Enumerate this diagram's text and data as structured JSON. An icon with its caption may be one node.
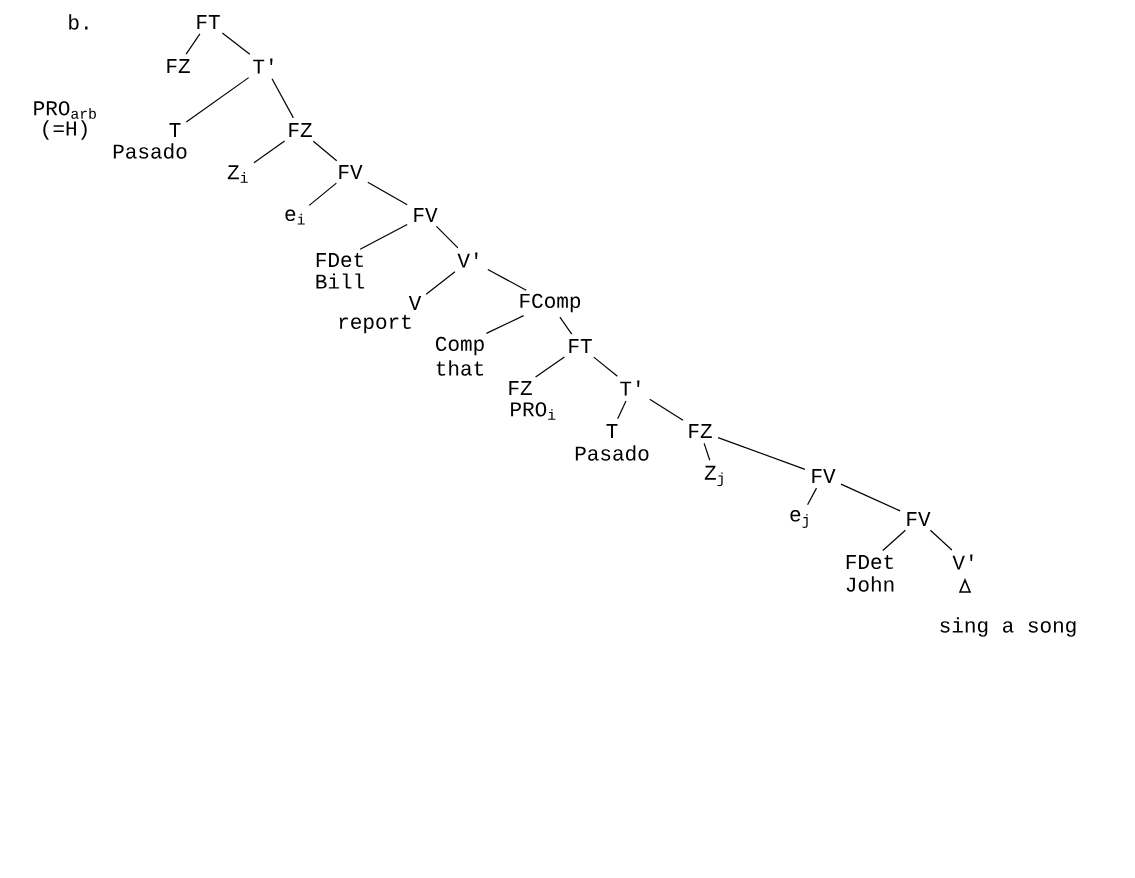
{
  "diagram": {
    "nodes": [
      {
        "text": [
          "FT"
        ]
      },
      {
        "text": [
          "FZ",
          "PRO$_{arb}$",
          "(=H)"
        ]
      },
      {
        "text": [
          "T'"
        ]
      },
      {
        "text": [
          "T",
          "Pasado"
        ]
      },
      {
        "text": [
          "FZ"
        ]
      },
      {
        "text": [
          "Z$_{i}$"
        ]
      },
      {
        "text": [
          "FV"
        ]
      },
      {
        "text": [
          "e$_{i}$"
        ]
      },
      {
        "text": [
          "FV"
        ]
      },
      {
        "text": [
          "FDet",
          "Bill"
        ]
      },
      {
        "text": [
          "V'"
        ]
      },
      {
        "text": [
          "V",
          "report"
        ]
      },
      {
        "text": [
          "FComp"
        ]
      },
      {
        "text": [
          "Comp",
          "that"
        ]
      },
      {
        "text": [
          "FT"
        ]
      },
      {
        "text": [
          "FZ",
          "PRO$_{i}$"
        ]
      },
      {
        "text": [
          "T'"
        ]
      },
      {
        "text": [
          "T",
          "Pasado"
        ]
      },
      {
        "text": [
          "FZ"
        ]
      },
      {
        "text": [
          "Z$_{j}$"
        ]
      },
      {
        "text": [
          "FV"
        ]
      },
      {
        "text": [
          "e$_{j}$"
        ]
      },
      {
        "text": [
          "FV"
        ]
      },
      {
        "text": [
          "FDet",
          "John"
        ]
      },
      {
        "text": [
          "V'",
          "sing a song"
        ]
      }
    ],
    "edges": [
      {
        "from": 0,
        "to": 1,
        "arrow": "none"
      },
      {
        "from": 0,
        "to": 2,
        "arrow": "none"
      },
      {
        "from": 2,
        "to": 3,
        "arrow": "none"
      },
      {
        "from": 2,
        "to": 4,
        "arrow": "none"
      },
      {
        "from": 4,
        "to": 5,
        "arrow": "none"
      },
      {
        "from": 4,
        "to": 6,
        "arrow": "none"
      },
      {
        "from": 6,
        "to": 7,
        "arrow": "none"
      },
      {
        "from": 6,
        "to": 8,
        "arrow": "none"
      },
      {
        "from": 8,
        "to": 9,
        "arrow": "none"
      },
      {
        "from": 8,
        "to": 10,
        "arrow": "none"
      },
      {
        "from": 10,
        "to": 11,
        "arrow": "none"
      },
      {
        "from": 10,
        "to": 12,
        "arrow": "none"
      },
      {
        "from": 12,
        "to": 13,
        "arrow": "none"
      },
      {
        "from": 12,
        "to": 14,
        "arrow": "none"
      },
      {
        "from": 14,
        "to": 15,
        "arrow": "none"
      },
      {
        "from": 14,
        "to": 16,
        "arrow": "none"
      },
      {
        "from": 16,
        "to": 17,
        "arrow": "none"
      },
      {
        "from": 16,
        "to": 18,
        "arrow": "none"
      },
      {
        "from": 18,
        "to": 19,
        "arrow": "none"
      },
      {
        "from": 18,
        "to": 20,
        "arrow": "none"
      },
      {
        "from": 20,
        "to": 21,
        "arrow": "none"
      },
      {
        "from": 20,
        "to": 22,
        "arrow": "none"
      },
      {
        "from": 22,
        "to": 23,
        "arrow": "none"
      },
      {
        "from": 22,
        "to": 24,
        "arrow": "none"
      }
    ],
    "labels": [
      "b."
    ]
  }
}
